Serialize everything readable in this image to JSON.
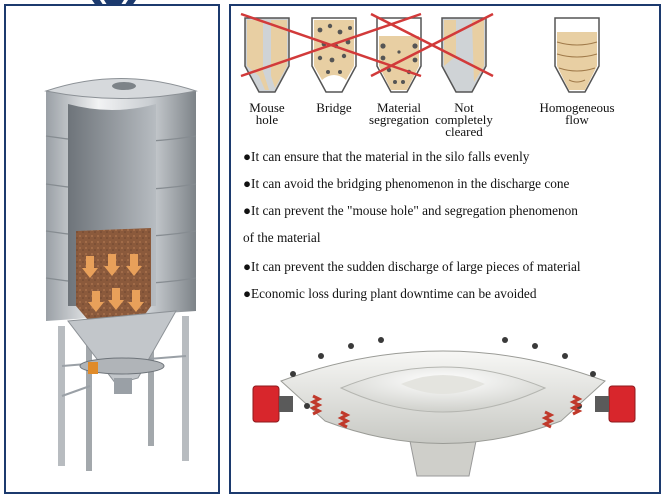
{
  "diagrams": [
    {
      "label": "Mouse hole",
      "state": "bad"
    },
    {
      "label": "Bridge",
      "state": "bad"
    },
    {
      "label": "Material\nsegregation",
      "state": "bad"
    },
    {
      "label": "Not completely\ncleared",
      "state": "bad"
    },
    {
      "label": "Homogeneous\nflow",
      "state": "good"
    }
  ],
  "bullets": [
    "●It can ensure that the material in the silo falls evenly",
    "●It can avoid the bridging phenomenon in the discharge cone",
    "●It can prevent the \"mouse hole\" and segregation phenomenon",
    "of the material",
    "●It can prevent the sudden discharge of large pieces of material",
    "●Economic loss during plant downtime can be avoided"
  ],
  "colors": {
    "border": "#1c3a6e",
    "cross": "#d23a3a",
    "material": "#e8cfa3",
    "material_flow": "#8b5a3c",
    "arrow": "#e8a05a",
    "motor": "#d8262c"
  }
}
